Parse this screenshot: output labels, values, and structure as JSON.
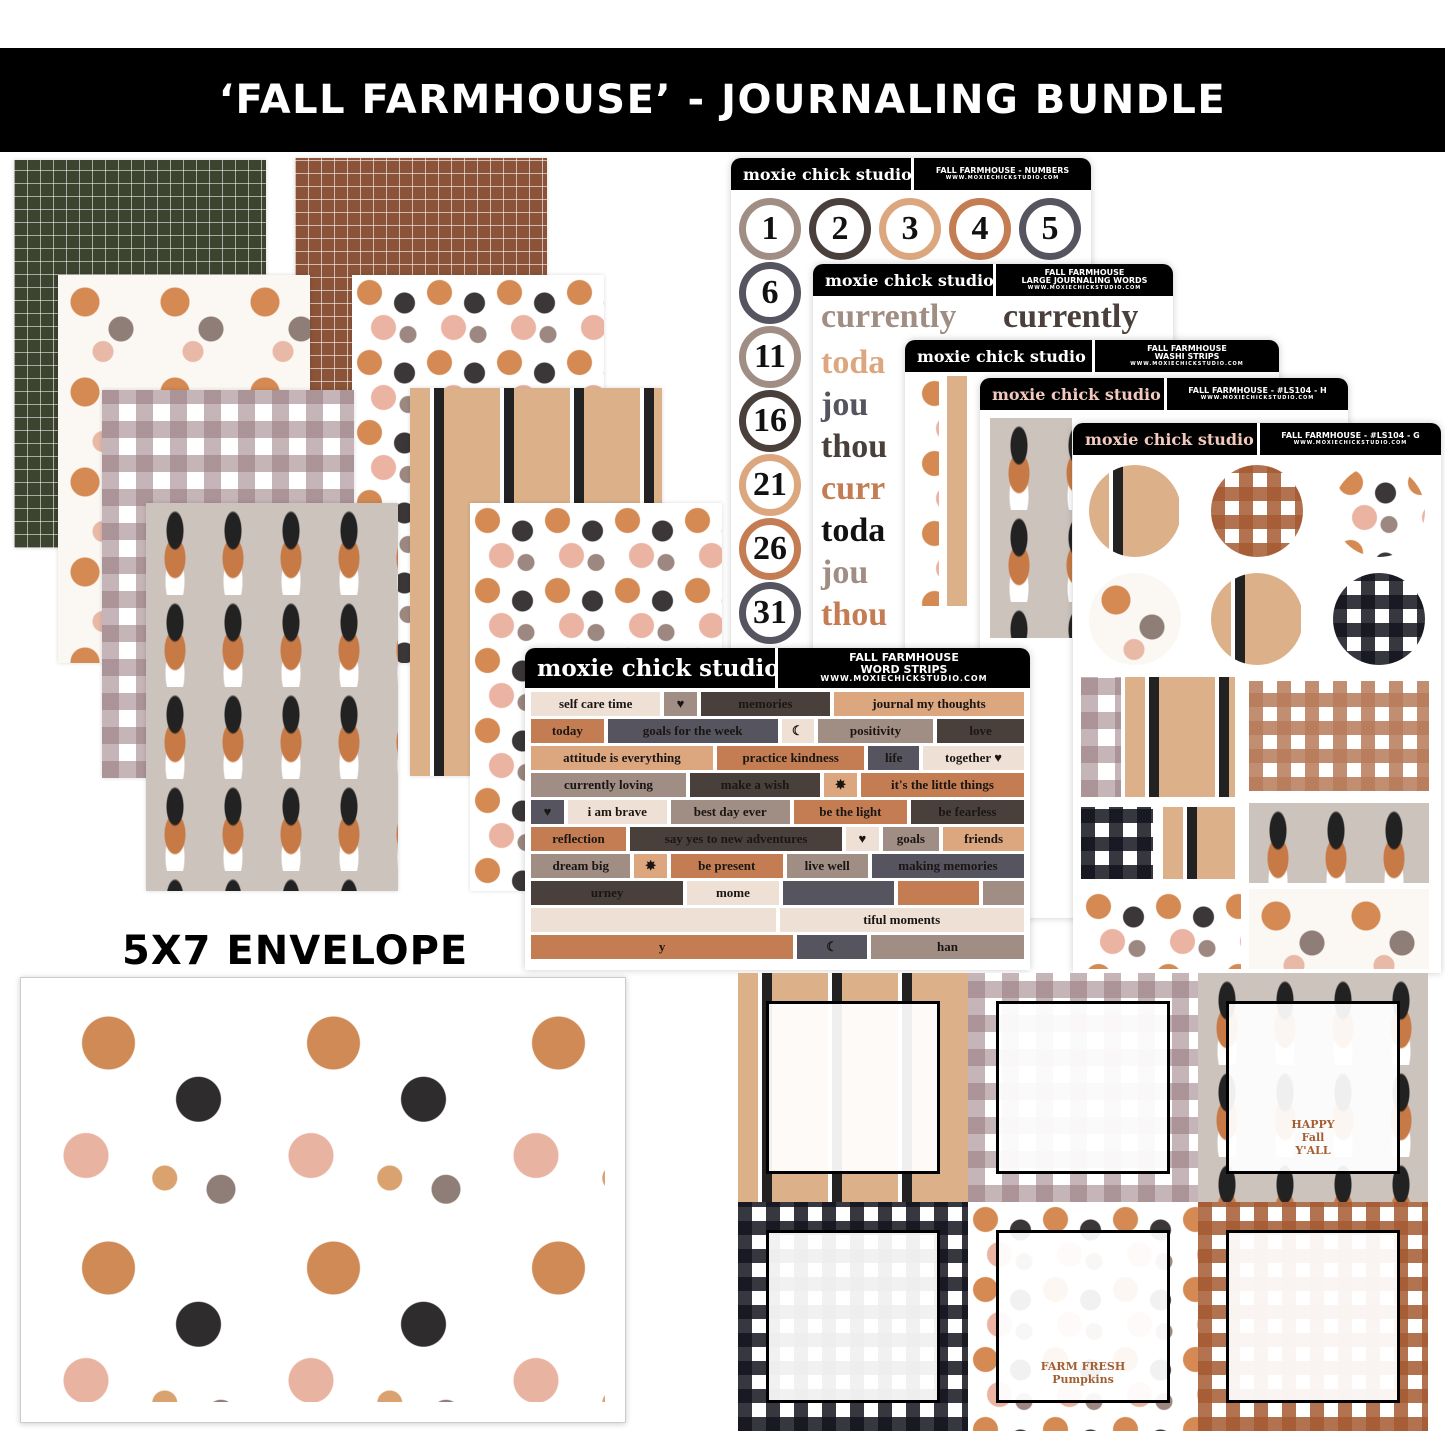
{
  "title": "‘FALL FARMHOUSE’ - JOURNALING BUNDLE",
  "envelope_label": "5X7 ENVELOPE",
  "brand": "moxie chick studio",
  "website": "WWW.MOXIECHICKSTUDIO.COM",
  "sheets": {
    "numbers": {
      "title": "FALL FARMHOUSE - NUMBERS",
      "numbers": [
        "1",
        "2",
        "3",
        "4",
        "5",
        "6",
        "11",
        "16",
        "21",
        "26",
        "31"
      ]
    },
    "large_words": {
      "title_line1": "FALL FARMHOUSE",
      "title_line2": "LARGE JOURNALING WORDS",
      "words": [
        "currently",
        "currently",
        "toda",
        "jou",
        "thou",
        "curr",
        "toda",
        "jou",
        "thou"
      ]
    },
    "washi": {
      "title_line1": "FALL FARMHOUSE",
      "title_line2": "WASHI STRIPS"
    },
    "ls104_h": {
      "title": "FALL FARMHOUSE - #LS104 - H"
    },
    "ls104_g": {
      "title": "FALL FARMHOUSE - #LS104 - G"
    },
    "word_strips": {
      "title_line1": "FALL FARMHOUSE",
      "title_line2": "WORD STRIPS",
      "rows": [
        [
          [
            "self care time",
            "cream",
            128
          ],
          [
            "♥",
            "mauve",
            32
          ],
          [
            "memories",
            "dark",
            128
          ],
          [
            "journal my thoughts",
            "tan",
            188
          ]
        ],
        [
          [
            "today",
            "rust",
            72
          ],
          [
            "goals for the week",
            "slate",
            168
          ],
          [
            "☾",
            "cream",
            32
          ],
          [
            "positivity",
            "mauve",
            114
          ],
          [
            "love",
            "dark",
            86
          ]
        ],
        [
          [
            "attitude is everything",
            "tan",
            180
          ],
          [
            "practice kindness",
            "rust",
            146
          ],
          [
            "life",
            "slate",
            50
          ],
          [
            "together ♥",
            "cream",
            100
          ]
        ],
        [
          [
            "currently loving",
            "mauve",
            152
          ],
          [
            "make a wish",
            "dark",
            128
          ],
          [
            "✸",
            "tan",
            32
          ],
          [
            "it's the little things",
            "rust",
            160
          ]
        ],
        [
          [
            "♥",
            "slate",
            32
          ],
          [
            "i am brave",
            "cream",
            96
          ],
          [
            "best day ever",
            "mauve",
            116
          ],
          [
            "be the light",
            "rust",
            110
          ],
          [
            "be fearless",
            "dark",
            110
          ]
        ],
        [
          [
            "reflection",
            "rust",
            94
          ],
          [
            "say yes to new adventures",
            "dark",
            210
          ],
          [
            "♥",
            "cream",
            32
          ],
          [
            "goals",
            "mauve",
            56
          ],
          [
            "friends",
            "tan",
            80
          ]
        ],
        [
          [
            "dream big",
            "mauve",
            98
          ],
          [
            "✸",
            "tan",
            32
          ],
          [
            "be present",
            "rust",
            110
          ],
          [
            "live well",
            "mauve",
            80
          ],
          [
            "making memories",
            "slate",
            150
          ]
        ],
        [
          [
            "urney",
            "dark",
            150
          ],
          [
            "mome",
            "cream",
            90
          ],
          [
            "",
            "slate",
            110
          ],
          [
            "",
            "rust",
            80
          ],
          [
            "",
            "mauve",
            40
          ]
        ],
        [
          [
            "",
            "cream",
            150
          ],
          [
            "tiful moments",
            "cream",
            150
          ]
        ],
        [
          [
            "y",
            "rust",
            120
          ],
          [
            "☾",
            "slate",
            32
          ],
          [
            "han",
            "mauve",
            70
          ]
        ]
      ],
      "colors": {
        "cream": "#eee0d4",
        "mauve": "#a08d83",
        "dark": "#4a403b",
        "tan": "#dca67f",
        "rust": "#c47d52",
        "slate": "#55545f"
      }
    }
  },
  "cards": [
    {
      "pattern": "gnome-tan",
      "text": ""
    },
    {
      "pattern": "gingham",
      "text": ""
    },
    {
      "pattern": "gnome-gray",
      "text": "HAPPY\nFall\nY'ALL"
    },
    {
      "pattern": "chk-dark",
      "text": ""
    },
    {
      "pattern": "pumpkin",
      "text": "FARM FRESH\nPumpkins"
    },
    {
      "pattern": "chk-rust",
      "text": ""
    }
  ]
}
